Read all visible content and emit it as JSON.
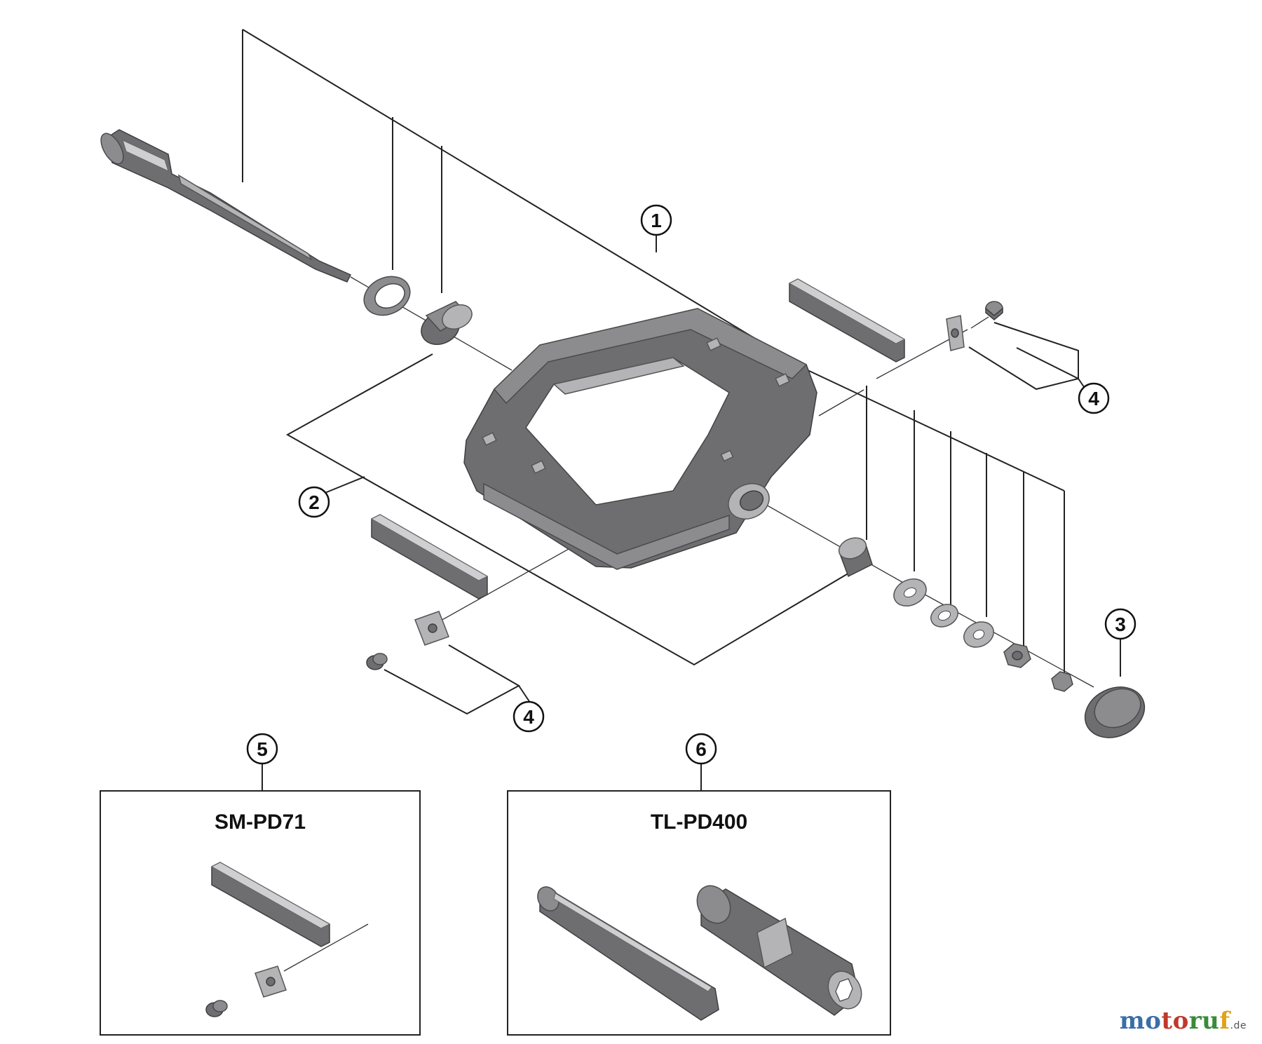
{
  "callouts": [
    {
      "id": "1",
      "label": "1"
    },
    {
      "id": "2",
      "label": "2"
    },
    {
      "id": "3",
      "label": "3"
    },
    {
      "id": "4a",
      "label": "4"
    },
    {
      "id": "4b",
      "label": "4"
    },
    {
      "id": "5",
      "label": "5"
    },
    {
      "id": "6",
      "label": "6"
    }
  ],
  "boxes": {
    "left_title": "SM-PD71",
    "right_title": "TL-PD400"
  },
  "watermark": {
    "part1": "mo",
    "part2": "to",
    "part3": "ru",
    "part4": "f",
    "suffix": ".de"
  },
  "colors": {
    "part_dark": "#6e6e70",
    "part_light": "#b4b4b7",
    "line": "#222222"
  }
}
